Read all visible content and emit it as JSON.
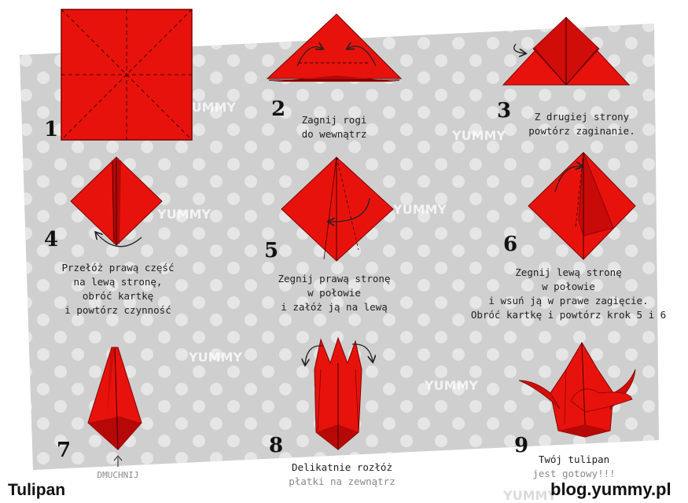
{
  "footer": {
    "title": "Tulipan",
    "site": "blog.yummy.pl"
  },
  "background": {
    "watermark": "YUMMY",
    "paper_red": "#e8120c",
    "paper_dark": "#b50807",
    "panel_gray": "#cfcfcf"
  },
  "steps": [
    {
      "number": "1",
      "shape": "square-with-creases",
      "caption": []
    },
    {
      "number": "2",
      "shape": "triangle-fold-corners-in",
      "caption": [
        "Zagnij rogi",
        "do wewnątrz"
      ]
    },
    {
      "number": "3",
      "shape": "triangle-repeat-other-side",
      "caption": [
        "Z drugiej strony",
        "powtórz zaginanie."
      ]
    },
    {
      "number": "4",
      "shape": "diamond-flip",
      "caption": [
        "Przełóż prawą część",
        "na lewą stronę,",
        "obróć kartkę",
        "i powtórz czynność"
      ]
    },
    {
      "number": "5",
      "shape": "diamond-fold-right",
      "caption": [
        "Zegnij prawą stronę",
        "w połowie",
        "i załóż ją na lewą"
      ]
    },
    {
      "number": "6",
      "shape": "diamond-fold-left",
      "caption": [
        "Zegnij lewą stronę",
        "w połowie",
        "i wsuń ją w prawe zagięcie.",
        "Obróć kartkę i powtórz krok 5 i 6"
      ]
    },
    {
      "number": "7",
      "shape": "closed-tulip",
      "caption": [
        "DMUCHNIJ"
      ],
      "caption_style": "faded"
    },
    {
      "number": "8",
      "shape": "tulip-open-petals",
      "caption": [
        "Delikatnie rozłóż",
        "płatki na zewnątrz"
      ],
      "caption_style": "mixed"
    },
    {
      "number": "9",
      "shape": "finished-tulip",
      "caption": [
        "Twój tulipan",
        "jest gotowy!!!"
      ],
      "caption_style": "mixed"
    }
  ]
}
